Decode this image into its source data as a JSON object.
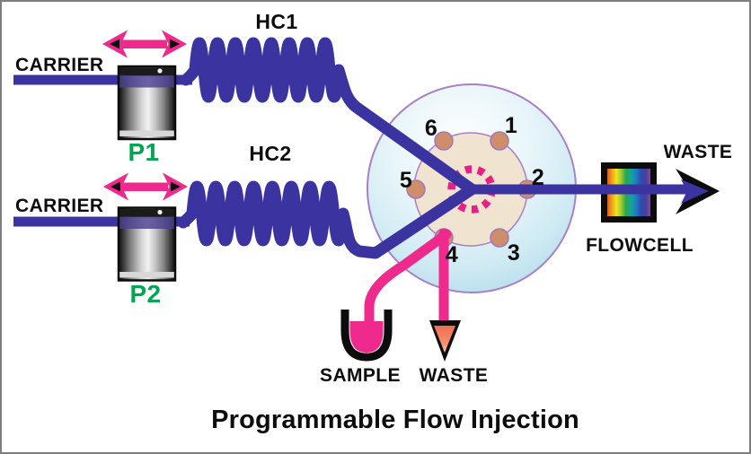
{
  "title": "Programmable Flow Injection",
  "streams": {
    "carrier_top_label": "CARRIER",
    "carrier_bottom_label": "CARRIER"
  },
  "pumps": {
    "p1_label": "P1",
    "p2_label": "P2"
  },
  "coils": {
    "hc1_label": "HC1",
    "hc2_label": "HC2"
  },
  "valve": {
    "ports": [
      "1",
      "2",
      "3",
      "4",
      "5",
      "6"
    ]
  },
  "outputs": {
    "waste_right_label": "WASTE",
    "flowcell_label": "FLOWCELL",
    "sample_label": "SAMPLE",
    "waste_bottom_label": "WASTE"
  },
  "colors": {
    "tubing_purple": "#3a33a0",
    "accent_pink": "#ee2a8c",
    "pump_label_green": "#00a651",
    "valve_outer_blue": "#cfeaf3",
    "valve_inner_beige": "#f0e4d1",
    "port_tan": "#cf8e69",
    "waste_cone_coral": "#ee6f52",
    "text_black": "#0d0d0d"
  }
}
